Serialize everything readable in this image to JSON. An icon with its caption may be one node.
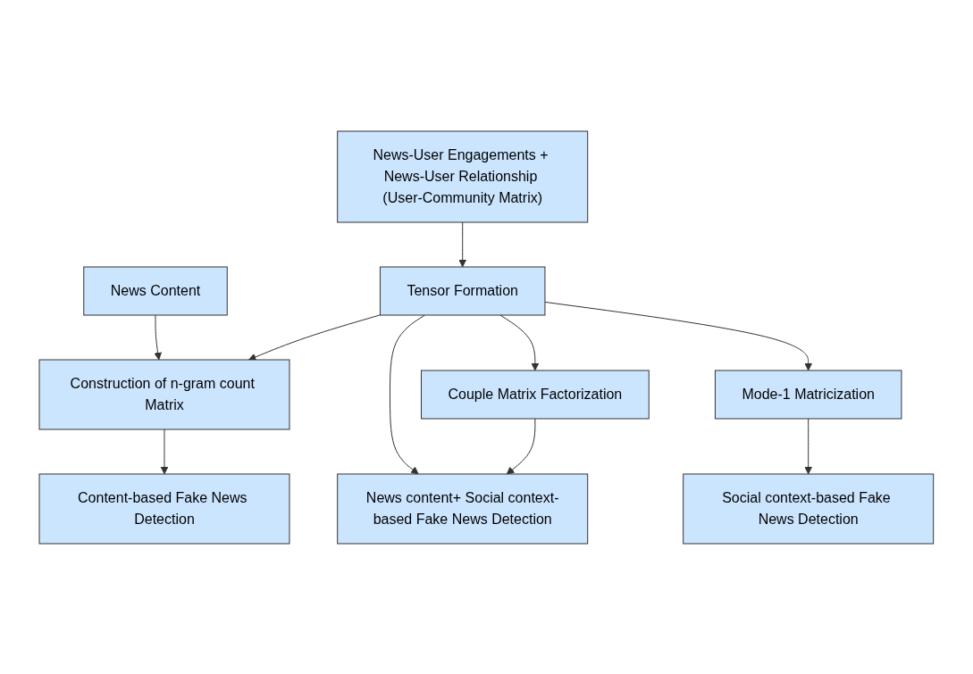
{
  "diagram": {
    "nodes": [
      {
        "text": [
          "News Content"
        ]
      },
      {
        "text": [
          "News-User Engagements + News-User Relationship (User-Community Matrix)"
        ]
      },
      {
        "text": [
          "Construction of n-gram count Matrix"
        ]
      },
      {
        "text": [
          "Tensor Formation"
        ]
      },
      {
        "text": [
          "Couple Matrix Factorization"
        ]
      },
      {
        "text": [
          "Mode-1 Matricization"
        ]
      },
      {
        "text": [
          "Content-based Fake News Detection"
        ]
      },
      {
        "text": [
          "News content+ Social context-based Fake News Detection"
        ]
      },
      {
        "text": [
          "Social context-based Fake News Detection"
        ]
      }
    ],
    "edges": [
      {
        "from": 0,
        "to": 2,
        "arrow": "to"
      },
      {
        "from": 1,
        "to": 3,
        "arrow": "to"
      },
      {
        "from": 3,
        "to": 2,
        "arrow": "to"
      },
      {
        "from": 3,
        "to": 4,
        "arrow": "to"
      },
      {
        "from": 3,
        "to": 7,
        "arrow": "to"
      },
      {
        "from": 3,
        "to": 5,
        "arrow": "to"
      },
      {
        "from": 2,
        "to": 6,
        "arrow": "to"
      },
      {
        "from": 4,
        "to": 7,
        "arrow": "to"
      },
      {
        "from": 5,
        "to": 8,
        "arrow": "to"
      }
    ]
  }
}
